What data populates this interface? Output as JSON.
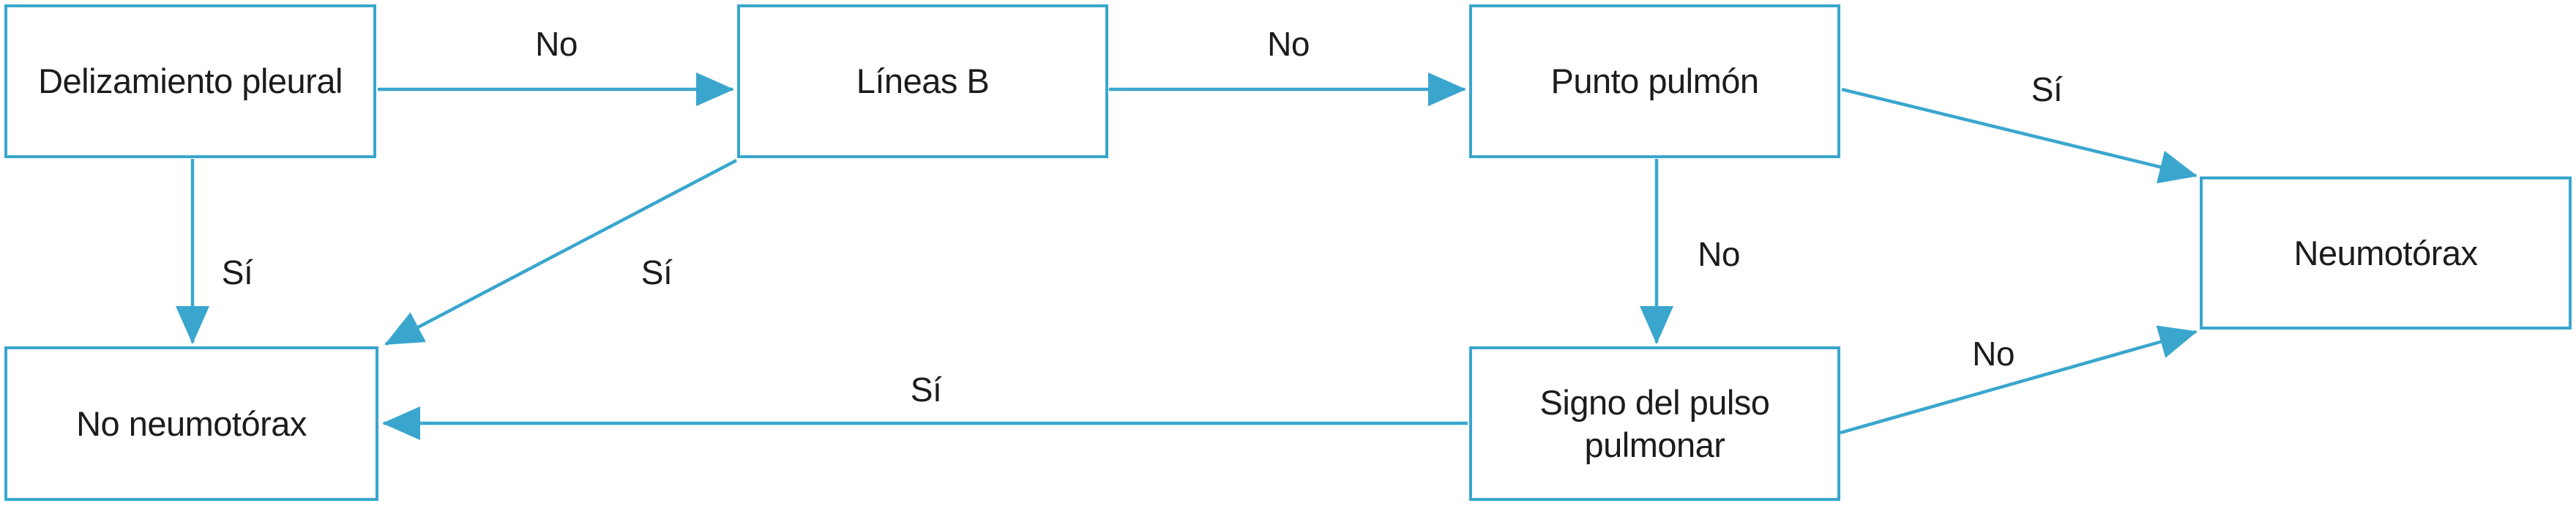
{
  "diagram": {
    "type": "flowchart",
    "accent_color": "#3aa6ce",
    "text_color": "#1c1c1c",
    "nodes": [
      {
        "id": "delizamiento-pleural",
        "label": "Delizamiento pleural"
      },
      {
        "id": "lineas-b",
        "label": "Líneas B"
      },
      {
        "id": "punto-pulmon",
        "label": "Punto pulmón"
      },
      {
        "id": "neumotorax",
        "label": "Neumotórax"
      },
      {
        "id": "no-neumotorax",
        "label": "No neumotórax"
      },
      {
        "id": "signo-pulso-pulmonar",
        "label": "Signo del pulso pulmonar"
      }
    ],
    "edges": [
      {
        "from": "delizamiento-pleural",
        "to": "lineas-b",
        "label": "No"
      },
      {
        "from": "lineas-b",
        "to": "punto-pulmon",
        "label": "No"
      },
      {
        "from": "punto-pulmon",
        "to": "neumotorax",
        "label": "Sí"
      },
      {
        "from": "delizamiento-pleural",
        "to": "no-neumotorax",
        "label": "Sí"
      },
      {
        "from": "lineas-b",
        "to": "no-neumotorax",
        "label": "Sí"
      },
      {
        "from": "punto-pulmon",
        "to": "signo-pulso-pulmonar",
        "label": "No"
      },
      {
        "from": "signo-pulso-pulmonar",
        "to": "no-neumotorax",
        "label": "Sí"
      },
      {
        "from": "signo-pulso-pulmonar",
        "to": "neumotorax",
        "label": "No"
      }
    ]
  }
}
